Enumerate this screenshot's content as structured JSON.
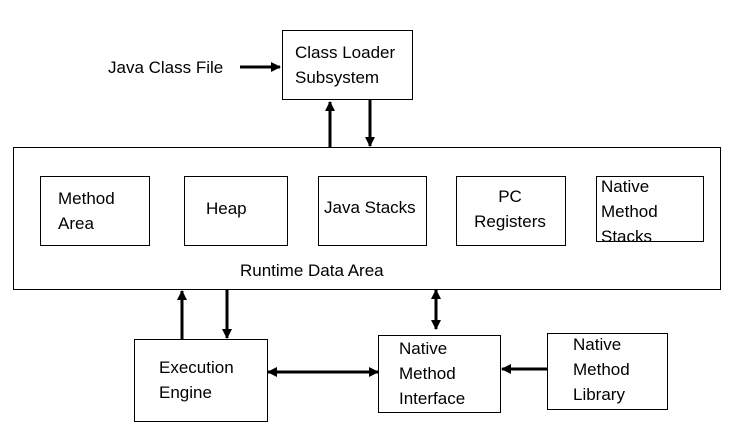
{
  "diagram": {
    "input_label": "Java Class File",
    "class_loader": "Class Loader\nSubsystem",
    "runtime_area": "Runtime Data Area",
    "method_area": "Method\nArea",
    "heap": "Heap",
    "java_stacks": "Java Stacks",
    "pc_registers": "PC\nRegisters",
    "native_method_stacks": "Native\nMethod\nStacks",
    "execution_engine": "Execution\nEngine",
    "native_method_interface": "Native\nMethod\nInterface",
    "native_method_library": "Native\nMethod\nLibrary"
  },
  "colors": {
    "stroke": "#000000",
    "background": "#ffffff"
  }
}
